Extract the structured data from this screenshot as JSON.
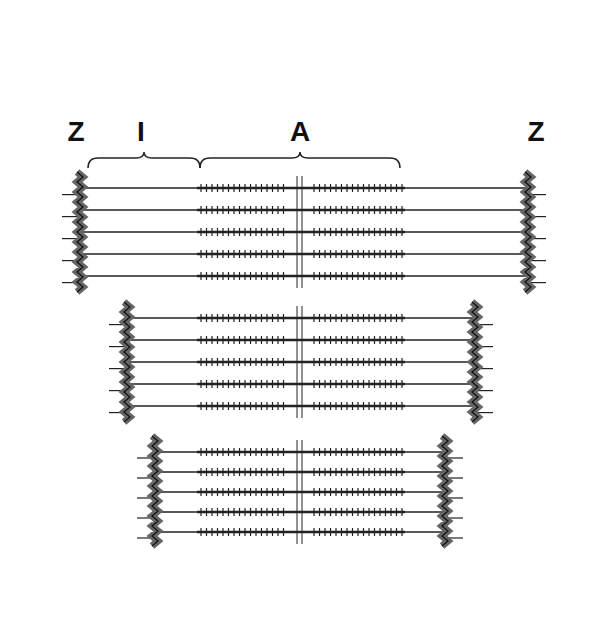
{
  "diagram": {
    "labels": [
      "Z",
      "I",
      "A",
      "Z"
    ]
  }
}
